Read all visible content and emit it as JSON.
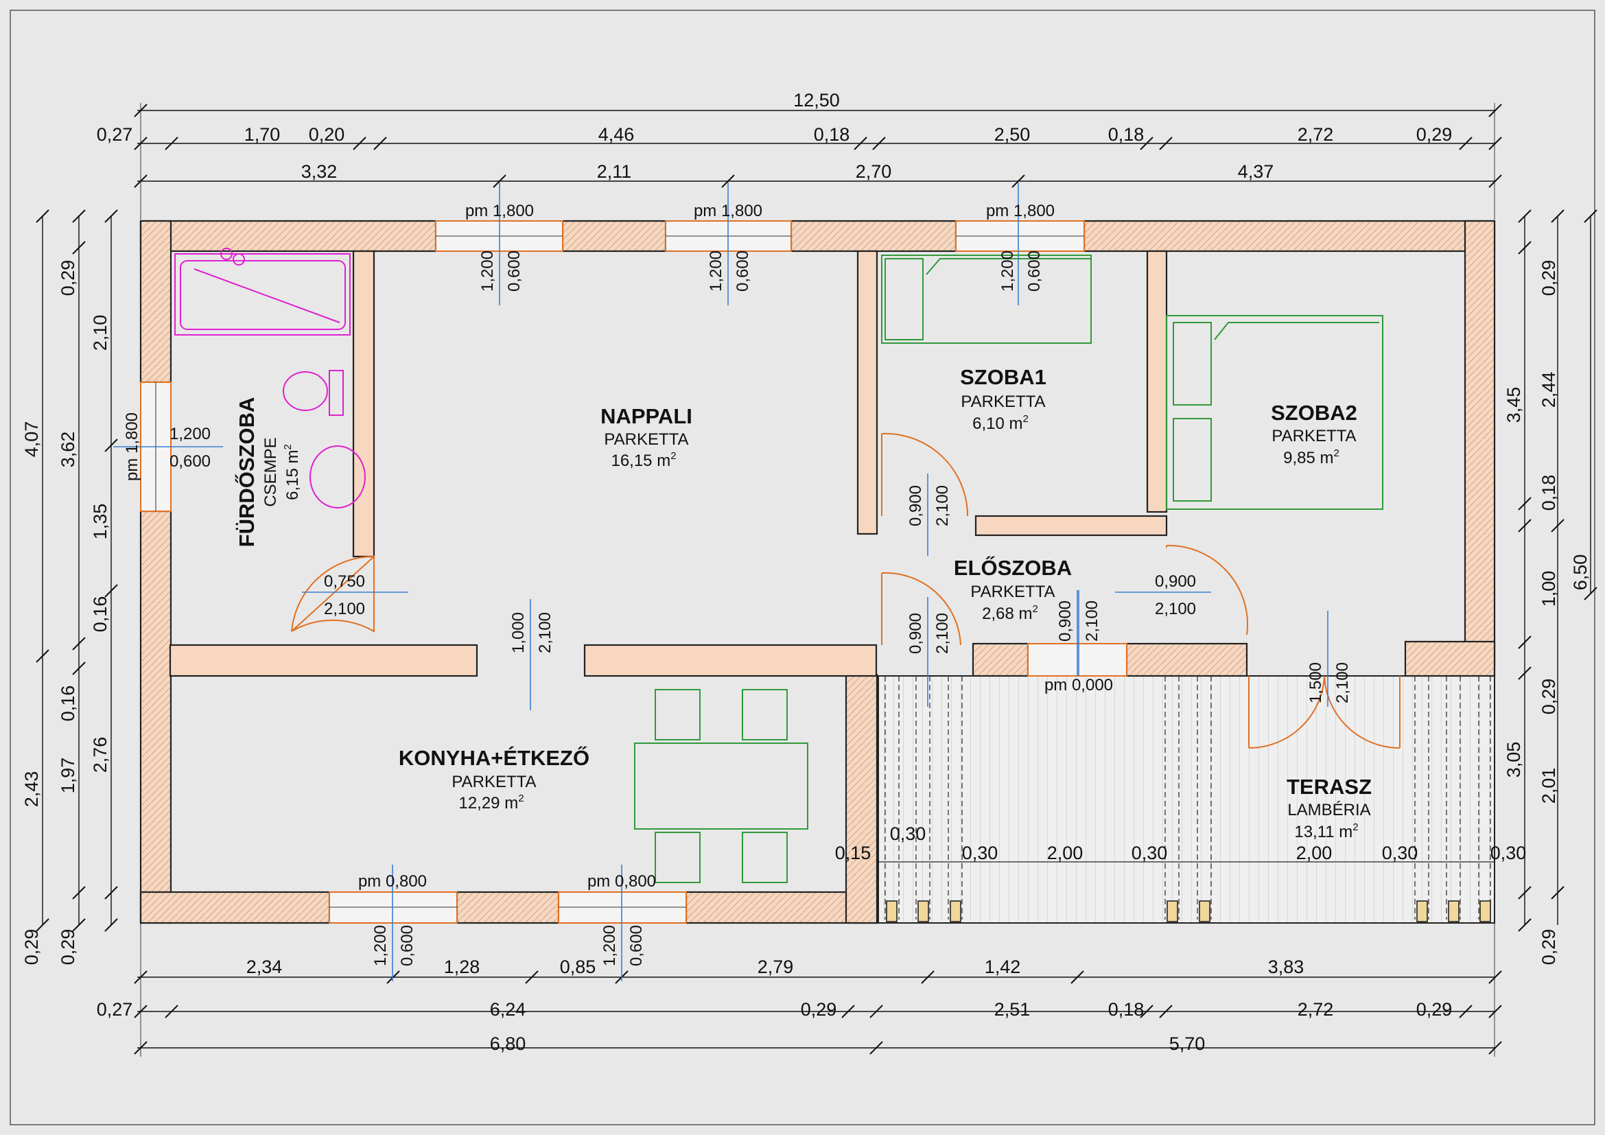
{
  "colors": {
    "background": "#e8e8e8",
    "wall": "#f7d7c0",
    "wall_outline": "#222222",
    "door": "#e07020",
    "window_marker": "#3a7fd0",
    "furniture": "#2f9a3a",
    "sanitary": "#e020d0"
  },
  "rooms": [
    {
      "name": "NAPPALI",
      "floor": "PARKETTA",
      "area": "16,15 m",
      "sup": "2"
    },
    {
      "name": "SZOBA1",
      "floor": "PARKETTA",
      "area": "6,10 m",
      "sup": "2"
    },
    {
      "name": "SZOBA2",
      "floor": "PARKETTA",
      "area": "9,85 m",
      "sup": "2"
    },
    {
      "name": "ELŐSZOBA",
      "floor": "PARKETTA",
      "area": "2,68 m",
      "sup": "2"
    },
    {
      "name": "KONYHA+ÉTKEZŐ",
      "floor": "PARKETTA",
      "area": "12,29 m",
      "sup": "2"
    },
    {
      "name": "TERASZ",
      "floor": "LAMBÉRIA",
      "area": "13,11 m",
      "sup": "2"
    },
    {
      "name": "FÜRDŐSZOBA",
      "floor": "CSEMPE",
      "area": "6,15 m",
      "sup": "2"
    }
  ],
  "dims_top": {
    "total": "12,50",
    "row2": [
      "0,27",
      "1,70",
      "0,20",
      "4,46",
      "0,18",
      "2,50",
      "0,18",
      "2,72",
      "0,29"
    ],
    "row3": [
      "3,32",
      "2,11",
      "2,70",
      "4,37"
    ]
  },
  "dims_bottom": {
    "row1": [
      "2,34",
      "1,28",
      "0,85",
      "2,79",
      "1,42",
      "3,83"
    ],
    "row2": [
      "0,27",
      "6,24",
      "0,29",
      "2,51",
      "0,18",
      "2,72",
      "0,29"
    ],
    "row3": [
      "6,80",
      "5,70"
    ]
  },
  "dims_left": {
    "outer": [
      "4,07",
      "2,43",
      "0,29"
    ],
    "mid": [
      "0,29",
      "3,62",
      "0,16",
      "1,97",
      "0,29"
    ],
    "inner": [
      "2,10",
      "1,35",
      "0,16",
      "2,76"
    ]
  },
  "dims_right": {
    "inner": [
      "0,29",
      "2,44",
      "0,18",
      "1,00",
      "0,29",
      "2,01",
      "0,29"
    ],
    "mid": [
      "3,45",
      "3,05"
    ],
    "outer": [
      "6,50"
    ]
  },
  "terrace_dims": [
    "0,15",
    "0,30",
    "0,30",
    "2,00",
    "0,30",
    "2,00",
    "0,30",
    "0,30"
  ],
  "windows": [
    {
      "sill": "pm 1,800",
      "h": "1,200",
      "w": "0,600"
    },
    {
      "sill": "pm 1,800",
      "h": "1,200",
      "w": "0,600"
    },
    {
      "sill": "pm 1,800",
      "h": "1,200",
      "w": "0,600"
    },
    {
      "sill": "pm 1,800",
      "h": "1,200",
      "w": "0,600"
    },
    {
      "sill": "pm 0,800",
      "h": "1,200",
      "w": "0,600"
    },
    {
      "sill": "pm 0,800",
      "h": "1,200",
      "w": "0,600"
    }
  ],
  "doors": [
    {
      "w": "0,750",
      "h": "2,100"
    },
    {
      "w": "1,000",
      "h": "2,100"
    },
    {
      "w": "0,900",
      "h": "2,100"
    },
    {
      "w": "0,900",
      "h": "2,100"
    },
    {
      "w": "0,900",
      "h": "2,100"
    },
    {
      "w": "0,900",
      "h": "2,100"
    },
    {
      "w": "1,500",
      "h": "2,100"
    }
  ],
  "entrance_level": "pm 0,000"
}
